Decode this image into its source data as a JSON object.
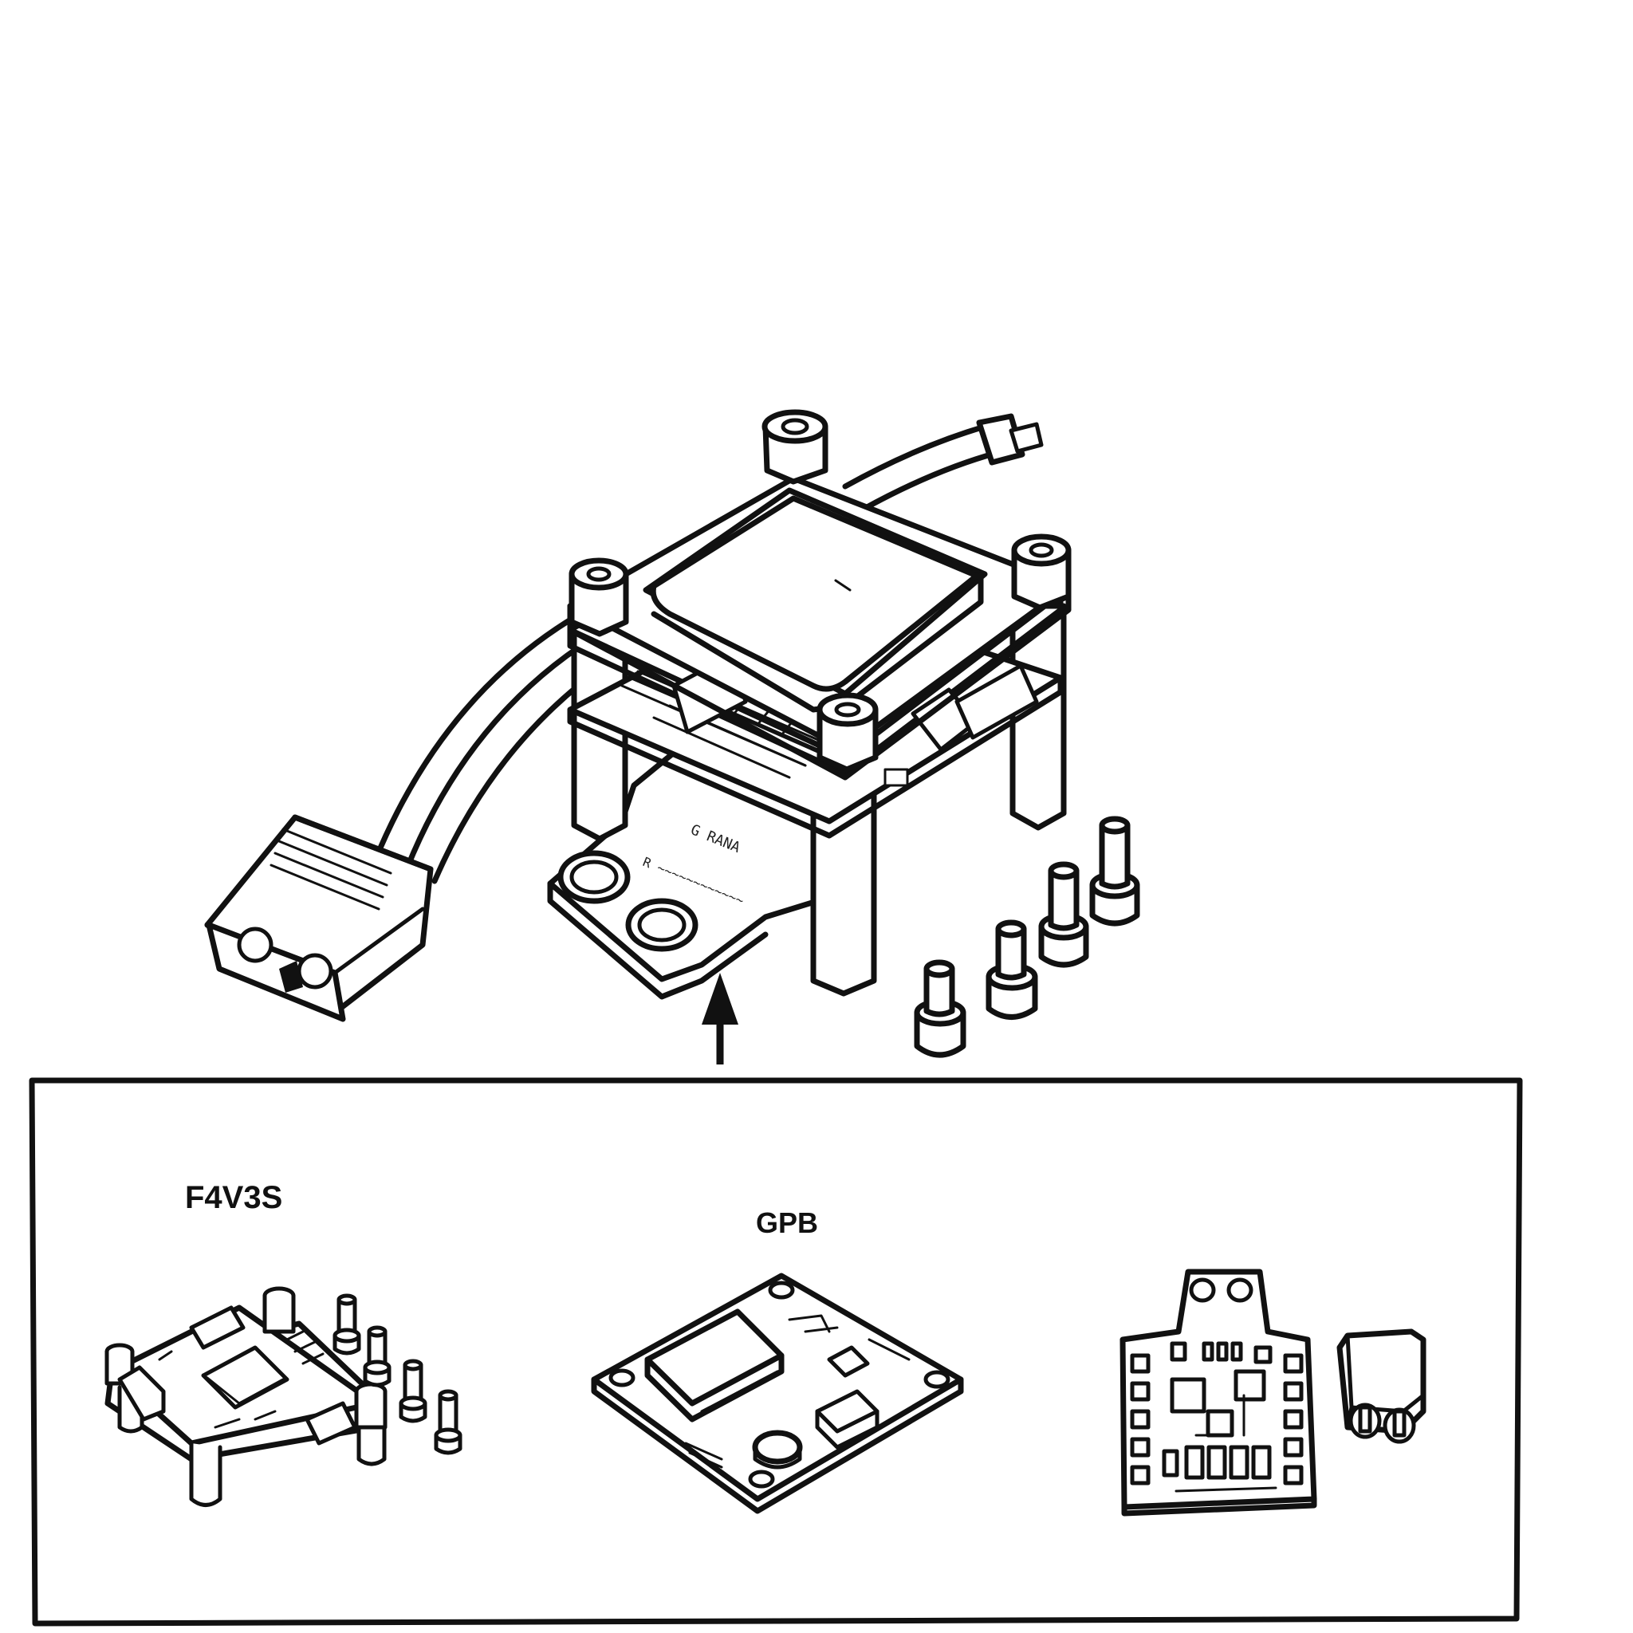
{
  "labels": {
    "flight_controller": "F4V3S",
    "gps": "GPB"
  },
  "pcb_silkscreen": {
    "board_marking": "G RANA",
    "board_marking_2": "R ~~~~~~~~~~~~"
  },
  "colors": {
    "ink": "#111111",
    "paper": "#ffffff"
  },
  "icons": [
    "up-arrow-icon"
  ]
}
